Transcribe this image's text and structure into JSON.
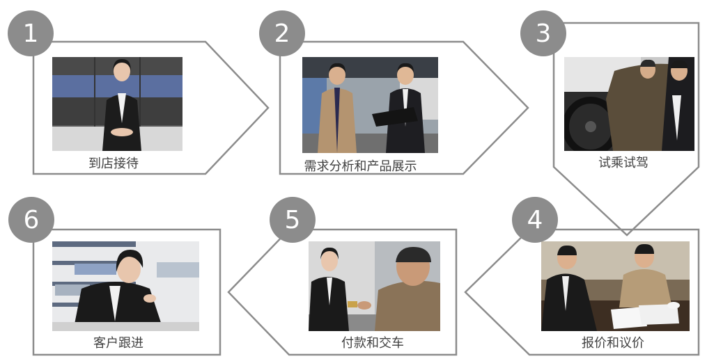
{
  "steps": [
    {
      "number": "1",
      "label": "到店接待",
      "photo_icon": "receptionist-photo-icon"
    },
    {
      "number": "2",
      "label": "需求分析和产品展示",
      "photo_icon": "consultation-photo-icon"
    },
    {
      "number": "3",
      "label": "试乘试驾",
      "photo_icon": "test-drive-photo-icon"
    },
    {
      "number": "4",
      "label": "报价和议价",
      "photo_icon": "negotiation-photo-icon"
    },
    {
      "number": "5",
      "label": "付款和交车",
      "photo_icon": "payment-photo-icon"
    },
    {
      "number": "6",
      "label": "客户跟进",
      "photo_icon": "customer-service-photo-icon"
    }
  ],
  "colors": {
    "outline": "#8c8c8c",
    "badge": "#8c8c8c",
    "badge_text": "#ffffff",
    "label_text": "#404040"
  }
}
